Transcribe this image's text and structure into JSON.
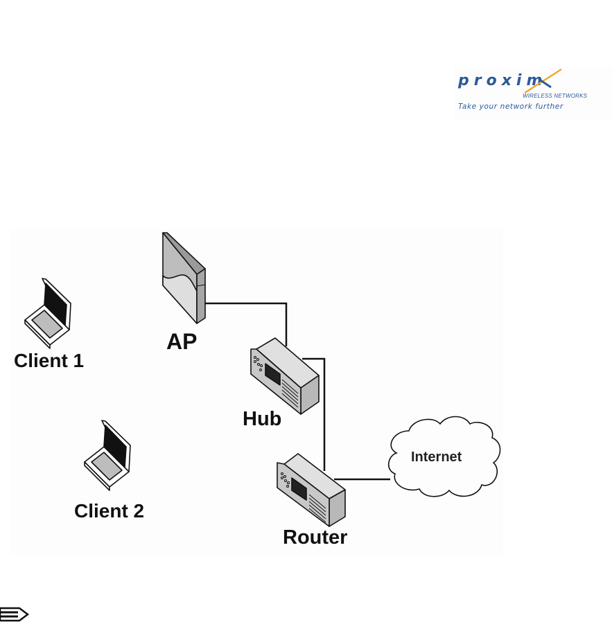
{
  "logo": {
    "brand": "proxim",
    "subtitle": "WIRELESS NETWORKS",
    "tagline": "Take your network further",
    "brand_color": "#2b5a98",
    "accent_color": "#f0a830"
  },
  "diagram": {
    "nodes": [
      {
        "id": "client1",
        "label": "Client 1",
        "icon": "laptop-icon"
      },
      {
        "id": "client2",
        "label": "Client 2",
        "icon": "laptop-icon"
      },
      {
        "id": "ap",
        "label": "AP",
        "icon": "access-point-icon"
      },
      {
        "id": "hub",
        "label": "Hub",
        "icon": "hub-icon"
      },
      {
        "id": "router",
        "label": "Router",
        "icon": "router-icon"
      },
      {
        "id": "internet",
        "label": "Internet",
        "icon": "cloud-icon"
      }
    ],
    "links": [
      {
        "from": "ap",
        "to": "hub"
      },
      {
        "from": "hub",
        "to": "router"
      },
      {
        "from": "router",
        "to": "internet"
      }
    ]
  },
  "note": {
    "icon": "note-arrow-icon"
  }
}
